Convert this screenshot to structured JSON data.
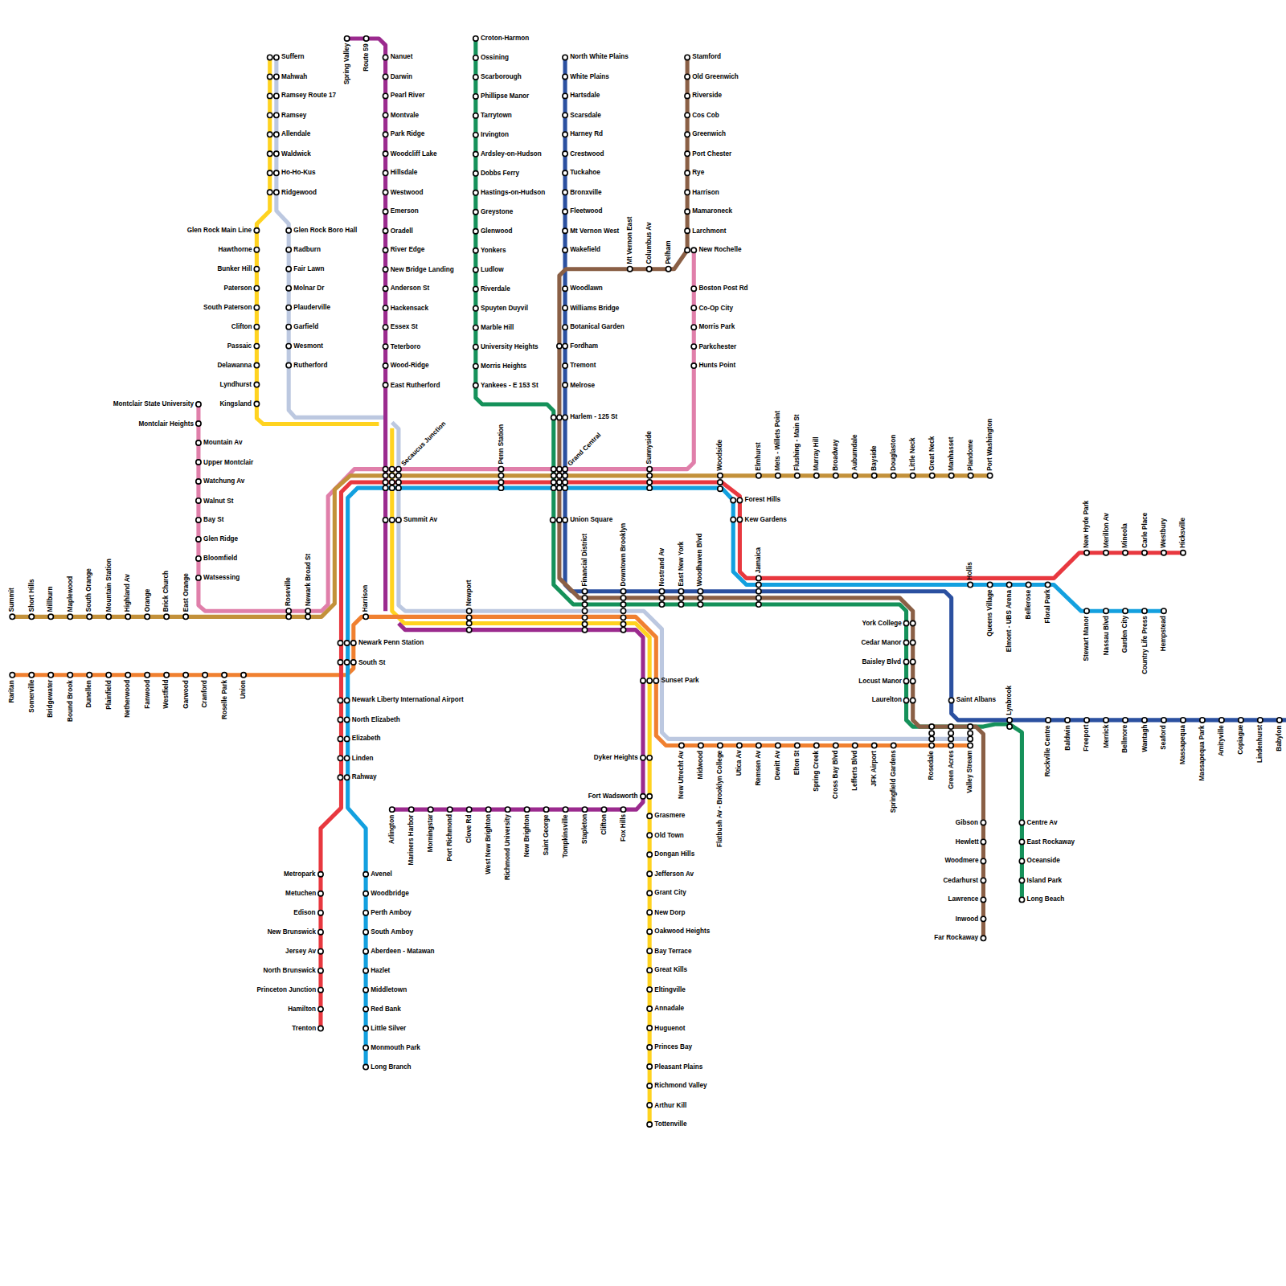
{
  "diagram": {
    "labels": [
      "Suffern",
      "Mahwah",
      "Ramsey Route 17",
      "Ramsey",
      "Allendale",
      "Waldwick",
      "Ho-Ho-Kus",
      "Ridgewood",
      "Glen Rock Main Line",
      "Hawthorne",
      "Bunker Hill",
      "Paterson",
      "South Paterson",
      "Clifton",
      "Passaic",
      "Delawanna",
      "Lyndhurst",
      "Kingsland",
      "Glen Rock Boro Hall",
      "Radburn",
      "Fair Lawn",
      "Molnar Dr",
      "Plauderville",
      "Garfield",
      "Wesmont",
      "Rutherford",
      "Montclair State University",
      "Montclair Heights",
      "Mountain Av",
      "Upper Montclair",
      "Watchung Av",
      "Walnut St",
      "Bay St",
      "Glen Ridge",
      "Bloomfield",
      "Watsessing",
      "Spring Valley",
      "Route 59",
      "Nanuet",
      "Darwin",
      "Pearl River",
      "Montvale",
      "Park Ridge",
      "Woodcliff Lake",
      "Hillsdale",
      "Westwood",
      "Emerson",
      "Oradell",
      "River Edge",
      "New Bridge Landing",
      "Anderson St",
      "Hackensack",
      "Essex St",
      "Teterboro",
      "Wood-Ridge",
      "East Rutherford",
      "Croton-Harmon",
      "Ossining",
      "Scarborough",
      "Phillipse Manor",
      "Tarrytown",
      "Irvington",
      "Ardsley-on-Hudson",
      "Dobbs Ferry",
      "Hastings-on-Hudson",
      "Greystone",
      "Glenwood",
      "Yonkers",
      "Ludlow",
      "Riverdale",
      "Spuyten Duyvil",
      "Marble Hill",
      "University Heights",
      "Morris Heights",
      "Yankees - E 153 St",
      "North White Plains",
      "White Plains",
      "Hartsdale",
      "Scarsdale",
      "Harney Rd",
      "Crestwood",
      "Tuckahoe",
      "Bronxville",
      "Fleetwood",
      "Mt Vernon West",
      "Wakefield",
      "Mt Vernon East",
      "Columbus Av",
      "Pelham",
      "Stamford",
      "Old Greenwich",
      "Riverside",
      "Cos Cob",
      "Greenwich",
      "Port Chester",
      "Rye",
      "Harrison",
      "Mamaroneck",
      "Larchmont",
      "New Rochelle",
      "Boston Post Rd",
      "Co-Op City",
      "Morris Park",
      "Parkchester",
      "Hunts Point",
      "Woodlawn",
      "Williams Bridge",
      "Botanical Garden",
      "Fordham",
      "Tremont",
      "Melrose",
      "Harlem - 125 St",
      "Secaucus Junction",
      "Penn Station",
      "Grand Central",
      "Sunnyside",
      "Woodside",
      "Elmhurst",
      "Mets - Willets Point",
      "Flushing - Main St",
      "Murray Hill",
      "Broadway",
      "Auburndale",
      "Bayside",
      "Douglaston",
      "Little Neck",
      "Great Neck",
      "Manhasset",
      "Plandome",
      "Port Washington",
      "Forest Hills",
      "Kew Gardens",
      "Summit Av",
      "Union Square",
      "Jamaica",
      "Financial District",
      "Downtown Brooklyn",
      "Nostrand Av",
      "East New York",
      "Woodhaven Blvd",
      "Hollis",
      "Queens Village",
      "Elmont - UBS Arena",
      "Bellerose",
      "Floral Park",
      "New Hyde Park",
      "Merillon Av",
      "Mineola",
      "Carle Place",
      "Westbury",
      "Hicksville",
      "Stewart Manor",
      "Nassau Blvd",
      "Garden City",
      "Country Life Press",
      "Hempstead",
      "Lynbrook",
      "Rockville Centre",
      "Baldwin",
      "Freeport",
      "Merrick",
      "Bellmore",
      "Wantagh",
      "Seaford",
      "Massapequa",
      "Massapequa Park",
      "Amityville",
      "Copiague",
      "Lindenhurst",
      "Babylon",
      "Saint Albans",
      "York College",
      "Cedar Manor",
      "Baisley Blvd",
      "Locust Manor",
      "Laurelton",
      "Rosedale",
      "Green Acres",
      "Valley Stream",
      "Gibson",
      "Hewlett",
      "Woodmere",
      "Cedarhurst",
      "Lawrence",
      "Inwood",
      "Far Rockaway",
      "Centre Av",
      "East Rockaway",
      "Oceanside",
      "Island Park",
      "Long Beach",
      "New Utrecht Av",
      "Midwood",
      "Flatbush Av - Brooklyn College",
      "Utica Av",
      "Remsen Av",
      "Dewitt Av",
      "Elton St",
      "Spring Creek",
      "Cross Bay Blvd",
      "Lefferts Blvd",
      "JFK Airport",
      "Springfield Gardens",
      "Sunset Park",
      "Dyker Heights",
      "Fort Wadsworth",
      "Grasmere",
      "Old Town",
      "Dongan Hills",
      "Jefferson Av",
      "Grant City",
      "New Dorp",
      "Oakwood Heights",
      "Bay Terrace",
      "Great Kills",
      "Eltingville",
      "Annadale",
      "Huguenot",
      "Princes Bay",
      "Pleasant Plains",
      "Richmond Valley",
      "Arthur Kill",
      "Tottenville",
      "Arlington",
      "Mariners Harbor",
      "Morningstar",
      "Port Richmond",
      "Clove Rd",
      "West New Brighton",
      "Richmond University",
      "New Brighton",
      "Saint George",
      "Tompkinsville",
      "Stapleton",
      "Clifton",
      "Fox Hills",
      "Newport",
      "Harrison",
      "Newark Penn Station",
      "South St",
      "Newark Liberty International Airport",
      "North Elizabeth",
      "Elizabeth",
      "Linden",
      "Rahway",
      "Metropark",
      "Metuchen",
      "Edison",
      "New Brunswick",
      "Jersey Av",
      "North Brunswick",
      "Princeton Junction",
      "Hamilton",
      "Trenton",
      "Avenel",
      "Woodbridge",
      "Perth Amboy",
      "South Amboy",
      "Aberdeen - Matawan",
      "Hazlet",
      "Middletown",
      "Red Bank",
      "Little Silver",
      "Monmouth Park",
      "Long Branch",
      "Summit",
      "Short Hills",
      "Millburn",
      "Maplewood",
      "South Orange",
      "Mountain Station",
      "Highland Av",
      "Orange",
      "Brick Church",
      "East Orange",
      "Roseville",
      "Newark Broad St",
      "Raritan",
      "Somerville",
      "Bridgewater",
      "Bound Brook",
      "Dunellen",
      "Plainfield",
      "Netherwood",
      "Fanwood",
      "Westfield",
      "Garwood",
      "Cranford",
      "Roselle Park",
      "Union"
    ]
  }
}
